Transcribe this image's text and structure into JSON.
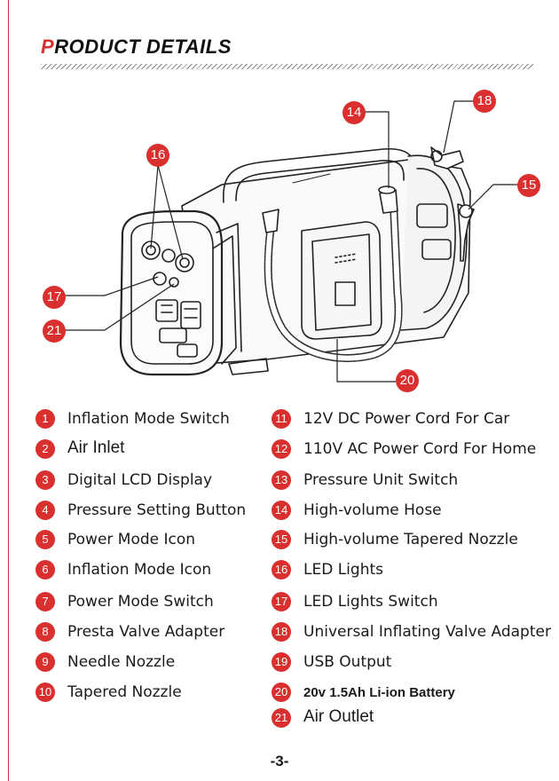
{
  "header": {
    "title_first": "P",
    "title_rest": "RODUCT DETAILS"
  },
  "accent_color": "#d9302f",
  "illustration": {
    "subject": "portable tire inflator product drawing",
    "callouts": [
      "14",
      "18",
      "16",
      "15",
      "17",
      "21",
      "20"
    ]
  },
  "parts_left": [
    {
      "num": "1",
      "label": "Inflation Mode Switch"
    },
    {
      "num": "2",
      "label": "Air Inlet"
    },
    {
      "num": "3",
      "label": "Digital LCD Display"
    },
    {
      "num": "4",
      "label": "Pressure Setting Button"
    },
    {
      "num": "5",
      "label": "Power Mode Icon"
    },
    {
      "num": "6",
      "label": "Inflation Mode Icon"
    },
    {
      "num": "7",
      "label": "Power Mode Switch"
    },
    {
      "num": "8",
      "label": "Presta Valve Adapter"
    },
    {
      "num": "9",
      "label": "Needle Nozzle"
    },
    {
      "num": "10",
      "label": "Tapered Nozzle"
    }
  ],
  "parts_right": [
    {
      "num": "11",
      "label": "12V DC Power Cord For Car"
    },
    {
      "num": "12",
      "label": "110V AC Power Cord For Home"
    },
    {
      "num": "13",
      "label": "Pressure Unit Switch"
    },
    {
      "num": "14",
      "label": "High-volume Hose"
    },
    {
      "num": "15",
      "label": "High-volume Tapered Nozzle"
    },
    {
      "num": "16",
      "label": "LED Lights"
    },
    {
      "num": "17",
      "label": "LED Lights Switch"
    },
    {
      "num": "18",
      "label": "Universal Inflating Valve Adapter"
    },
    {
      "num": "19",
      "label": "USB Output"
    },
    {
      "num": "20",
      "label": "20v 1.5Ah Li-ion Battery"
    },
    {
      "num": "21",
      "label": "Air Outlet"
    }
  ],
  "footer": {
    "page_number": "-3-"
  }
}
